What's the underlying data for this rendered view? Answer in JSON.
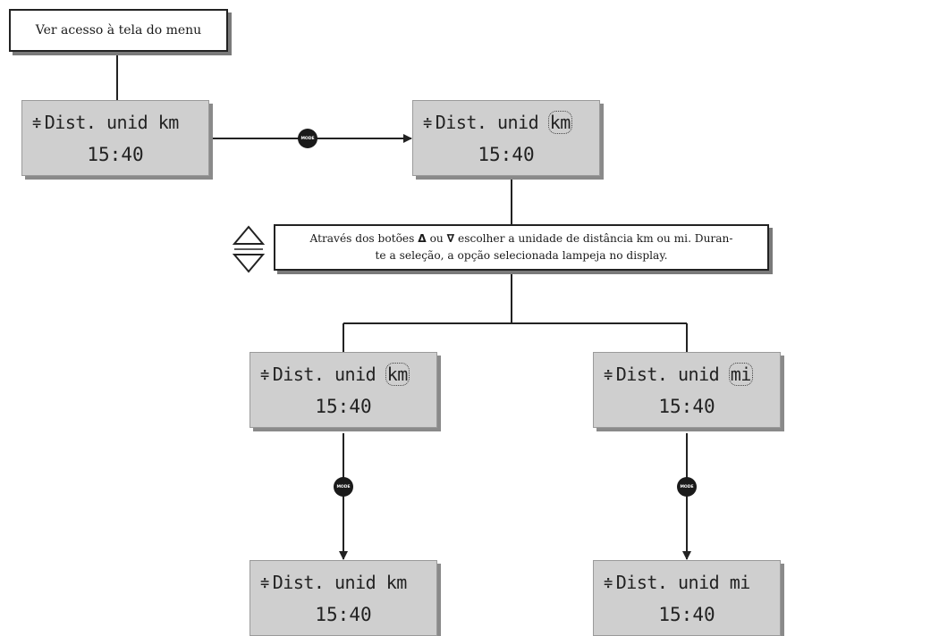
{
  "top_box": {
    "text": "Ver acesso à tela do menu"
  },
  "instruction": {
    "line1_pre": "Através dos botões ",
    "up_symbol": "Δ",
    "line1_mid": " ou ",
    "down_symbol": "∇",
    "line1_post": " escolher a unidade de distância km ou mi. Duran-",
    "line2": "te a seleção, a opção selecionada lampeja no display."
  },
  "mode_label": "MODE",
  "displays": {
    "start": {
      "arrow": "≑",
      "prefix": "Dist. unid ",
      "unit": "km",
      "time": "15:40"
    },
    "edit": {
      "arrow": "≑",
      "prefix": "Dist. unid ",
      "unit": "km",
      "time": "15:40"
    },
    "select_km": {
      "arrow": "≑",
      "prefix": "Dist. unid ",
      "unit": "km",
      "time": "15:40"
    },
    "select_mi": {
      "arrow": "≑",
      "prefix": "Dist. unid ",
      "unit": "mi",
      "time": "15:40"
    },
    "result_km": {
      "arrow": "≑",
      "prefix": "Dist. unid ",
      "unit": "km",
      "time": "15:40"
    },
    "result_mi": {
      "arrow": "≑",
      "prefix": "Dist. unid ",
      "unit": "mi",
      "time": "15:40"
    }
  }
}
